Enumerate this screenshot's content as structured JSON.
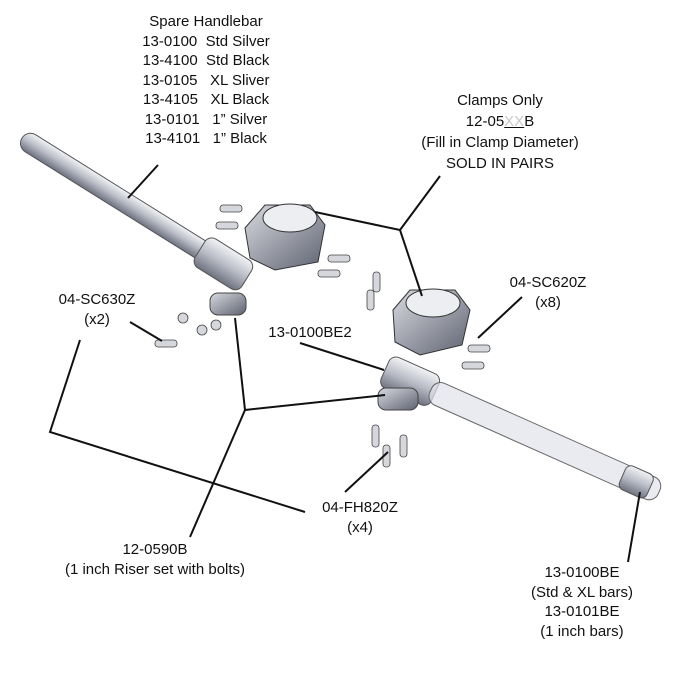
{
  "handlebar": {
    "title": "Spare Handlebar",
    "items": [
      "13-0100  Std Silver",
      "13-4100  Std Black",
      "13-0105   XL Sliver",
      "13-4105   XL Black",
      "13-0101   1” Silver",
      "13-4101   1” Black"
    ]
  },
  "clamps": {
    "title": "Clamps Only",
    "part_prefix": "12-05",
    "part_fill": "XX",
    "part_suffix": "B",
    "note": "(Fill in Clamp Diameter)",
    "sold": "SOLD IN PAIRS"
  },
  "sc630": {
    "part": "04-SC630Z",
    "qty": "(x2)"
  },
  "sc620": {
    "part": "04-SC620Z",
    "qty": "(x8)"
  },
  "be2": {
    "part": "13-0100BE2"
  },
  "fh820": {
    "part": "04-FH820Z",
    "qty": "(x4)"
  },
  "riser": {
    "part": "12-0590B",
    "desc": "(1 inch Riser set with bolts)"
  },
  "barend": {
    "part1": "13-0100BE",
    "desc1": "(Std & XL bars)",
    "part2": "13-0101BE",
    "desc2": "(1 inch bars)"
  }
}
